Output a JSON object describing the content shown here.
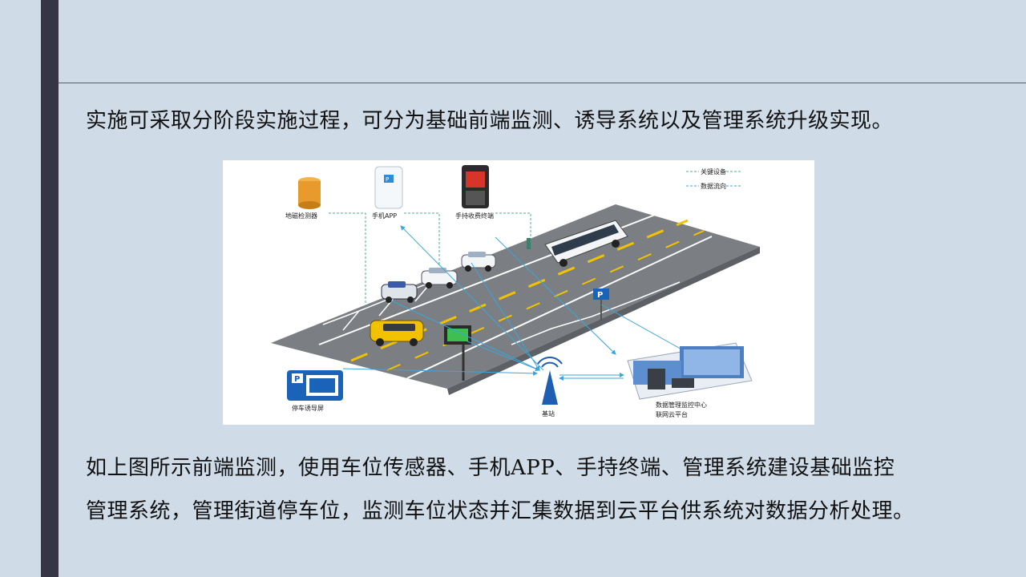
{
  "intro_text": "实施可采取分阶段实施过程，可分为基础前端监测、诱导系统以及管理系统升级实现。",
  "caption_lines": [
    "如上图所示前端监测，使用车位传感器、手机APP、手持终端、管理系统建设基础监控",
    "管理系统，管理街道停车位，监测车位状态并汇集数据到云平台供系统对数据分析处理。"
  ],
  "diagram": {
    "legend": {
      "key_device": "关键设备",
      "data_flow": "数据流向"
    },
    "labels": {
      "geomagnetic_detector": "地磁检测器",
      "mobile_app": "手机APP",
      "handheld_terminal": "手持收费终端",
      "parking_guidance_screen": "停车诱导屏",
      "base_station": "基站",
      "data_center": "数据管理监控中心",
      "cloud_platform": "联网云平台",
      "parking_sign": "P",
      "app_icon": "P"
    },
    "colors": {
      "road": "#7b7e82",
      "lane_yellow": "#f2c200",
      "flow_arrow": "#3aa6dc",
      "device_link": "#4fb08c",
      "sensor": "#e89a2c",
      "sign_blue": "#1a63b8"
    }
  }
}
